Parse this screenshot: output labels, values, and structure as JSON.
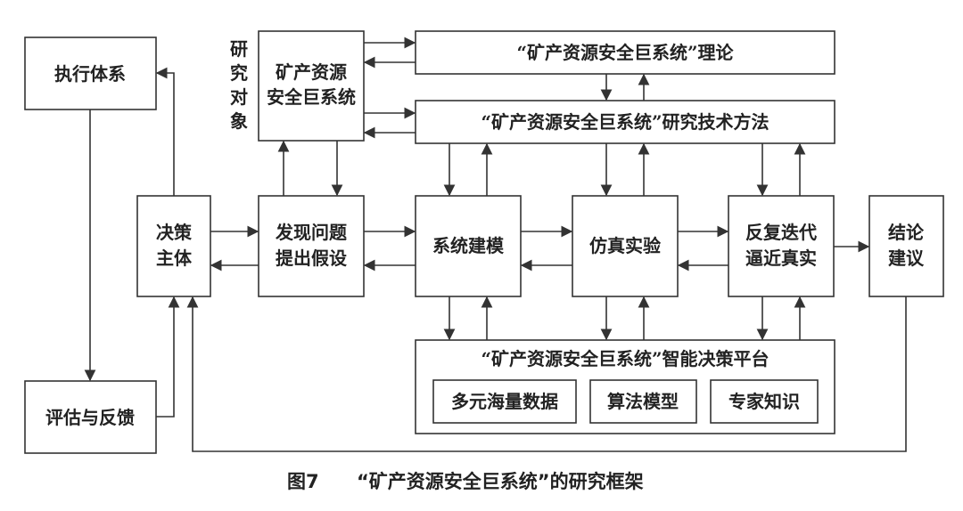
{
  "nodes": {
    "execution_system": "执行体系",
    "evaluation_feedback": "评估与反馈",
    "decision_subject_1": "决策",
    "decision_subject_2": "主体",
    "research_object_1": "研",
    "research_object_2": "究",
    "research_object_3": "对",
    "research_object_4": "象",
    "giant_system_1": "矿产资源",
    "giant_system_2": "安全巨系统",
    "theory": "“矿产资源安全巨系统”理论",
    "methods": "“矿产资源安全巨系统”研究技术方法",
    "discover_1": "发现问题",
    "discover_2": "提出假设",
    "modeling": "系统建模",
    "simulation": "仿真实验",
    "iteration_1": "反复迭代",
    "iteration_2": "逼近真实",
    "conclusion_1": "结论",
    "conclusion_2": "建议",
    "platform": "“矿产资源安全巨系统”智能决策平台",
    "platform_data": "多元海量数据",
    "platform_algo": "算法模型",
    "platform_expert": "专家知识"
  },
  "caption": {
    "number": "图7",
    "title": "“矿产资源安全巨系统”的研究框架"
  }
}
